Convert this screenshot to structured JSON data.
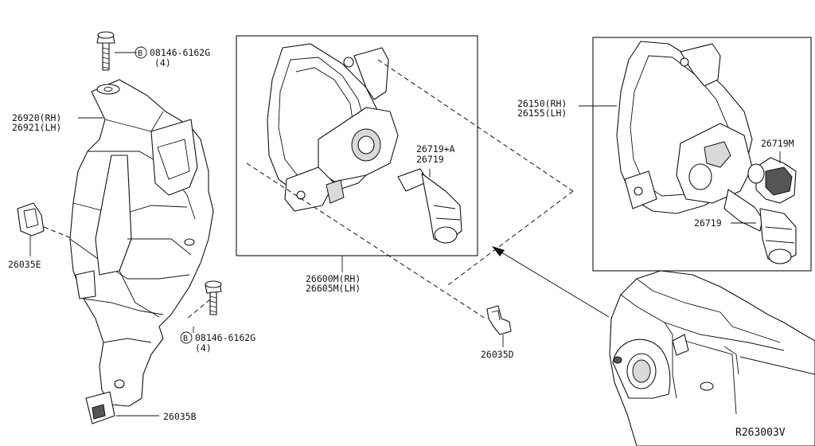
{
  "diagram_id": "R263003V",
  "callouts": {
    "bolt_top_part": "08146-6162G",
    "bolt_top_qty": "(4)",
    "bolt_mid_part": "08146-6162G",
    "bolt_mid_qty": "(4)",
    "bolt_symbol": "B",
    "cover_rh": "26920(RH)",
    "cover_lh": "26921(LH)",
    "clip_e": "26035E",
    "clip_b": "26035B",
    "clip_d": "26035D",
    "lamp_assy_rh": "26600M(RH)",
    "lamp_assy_lh": "26605M(LH)",
    "bulb_a": "26719+A",
    "bulb": "26719",
    "housing_rh": "26150(RH)",
    "housing_lh": "26155(LH)",
    "socket": "26719M",
    "bulb_right": "26719"
  }
}
